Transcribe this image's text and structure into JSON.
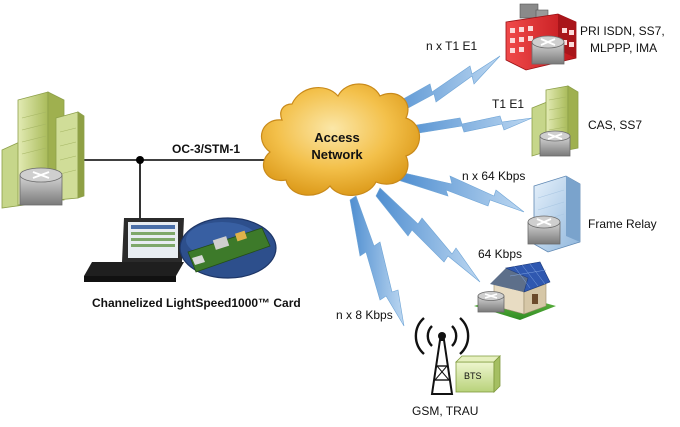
{
  "link_label": "OC-3/STM-1",
  "cloud_label": [
    "Access",
    "Network"
  ],
  "card_caption": "Channelized LightSpeed1000™ Card",
  "endpoints": [
    {
      "link_label": "n x T1 E1",
      "site_label": [
        "PRI ISDN, SS7,",
        "MLPPP, IMA"
      ],
      "icon": "red-building-icon"
    },
    {
      "link_label": "T1 E1",
      "site_label": [
        "CAS, SS7"
      ],
      "icon": "green-building-icon"
    },
    {
      "link_label": "n x 64 Kbps",
      "site_label": [
        "Frame Relay"
      ],
      "icon": "glass-building-icon"
    },
    {
      "link_label": "64 Kbps",
      "site_label": [],
      "icon": "house-solar-icon"
    },
    {
      "link_label": "n x 8 Kbps",
      "site_label": [
        "GSM, TRAU"
      ],
      "icon": "cell-tower-icon"
    }
  ],
  "bts_label": "BTS",
  "colors": {
    "cloud": "#f3b93b",
    "lightning": "#7fb3e0",
    "red_building": "#e0242a",
    "green_building": "#c8d68a",
    "router": "#9a9a9a",
    "line": "#000000"
  }
}
